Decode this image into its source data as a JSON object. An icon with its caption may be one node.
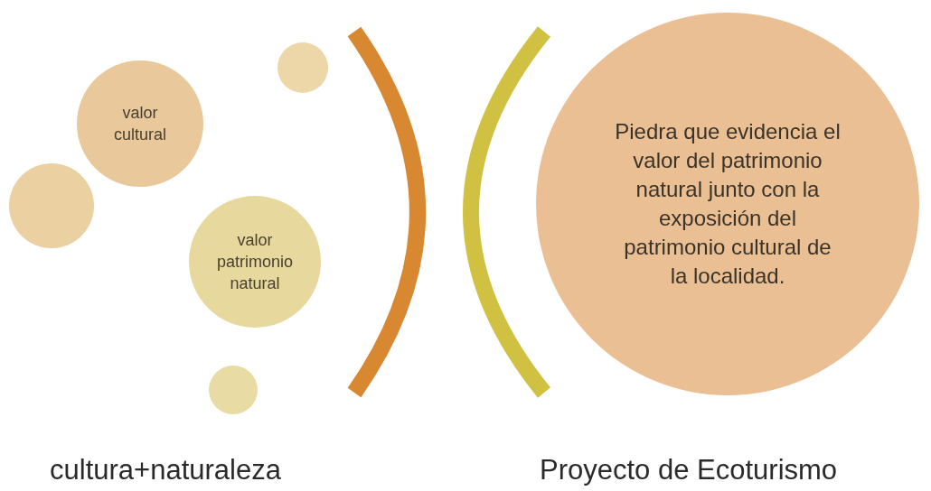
{
  "diagram": {
    "nodes": [
      {
        "text": [
          "valor cultural"
        ]
      },
      {
        "text": [],
        "shape": "circle"
      },
      {
        "text": [],
        "shape": "circle"
      },
      {
        "text": [
          "valor patrimonio natural"
        ]
      },
      {
        "text": [],
        "shape": "circle"
      },
      {
        "text": [
          "Piedra que evidencia el valor del patrimonio natural junto con la exposición del patrimonio cultural de la localidad."
        ]
      }
    ],
    "labels": [
      "cultura+naturaleza",
      "Proyecto de Ecoturismo"
    ]
  }
}
